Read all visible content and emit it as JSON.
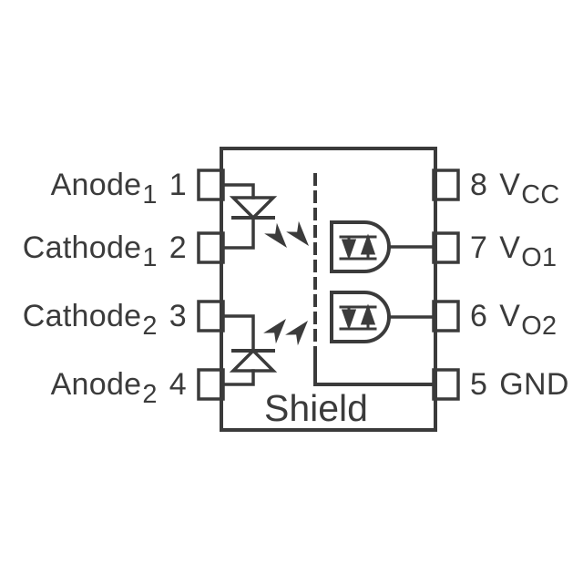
{
  "diagram": {
    "type": "optocoupler-pinout-schematic",
    "shield_label": "Shield",
    "colors": {
      "line": "#3b3b3b",
      "text": "#3b3b3b",
      "background": "#ffffff"
    },
    "components": {
      "led_channel_1": "led-diode-channel-1",
      "led_channel_2": "led-diode-channel-2",
      "detector_channel_1": "photodetector-gate-channel-1",
      "detector_channel_2": "photodetector-gate-channel-2",
      "shield_line": "internal-shield-dashed-line",
      "light_arrows_1": "light-emission-arrows-channel-1",
      "light_arrows_2": "light-emission-arrows-channel-2"
    }
  },
  "pins": {
    "left": [
      {
        "num": "1",
        "label": "Anode",
        "sub": "1"
      },
      {
        "num": "2",
        "label": "Cathode",
        "sub": "1"
      },
      {
        "num": "3",
        "label": "Cathode",
        "sub": "2"
      },
      {
        "num": "4",
        "label": "Anode",
        "sub": "2"
      }
    ],
    "right": [
      {
        "num": "8",
        "label": "V",
        "sub": "CC"
      },
      {
        "num": "7",
        "label": "V",
        "sub": "O1"
      },
      {
        "num": "6",
        "label": "V",
        "sub": "O2"
      },
      {
        "num": "5",
        "label": "GND",
        "sub": ""
      }
    ]
  }
}
